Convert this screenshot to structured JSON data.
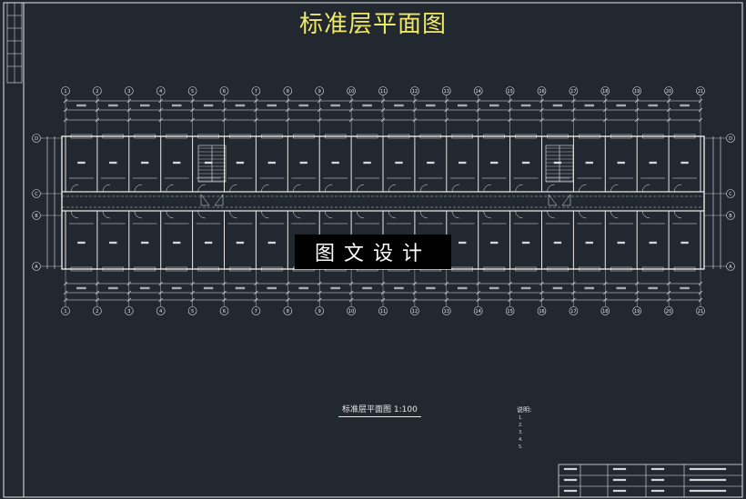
{
  "title": "标准层平面图",
  "watermark": "图文设计",
  "plan_caption": "标准层平面图 1:100",
  "notes_header": "说明:",
  "notes": [
    "1.",
    "2.",
    "3.",
    "4.",
    "5."
  ],
  "colors": {
    "background": "#212830",
    "line": "#e8e8e8",
    "title": "#f0e868",
    "watermark_bg": "#000000"
  },
  "axes": {
    "columns": [
      "1",
      "2",
      "3",
      "4",
      "5",
      "6",
      "7",
      "8",
      "9",
      "10",
      "11",
      "12",
      "13",
      "14",
      "15",
      "16",
      "17",
      "18",
      "19",
      "20",
      "21"
    ],
    "rows": [
      "A",
      "B",
      "C",
      "D"
    ]
  }
}
